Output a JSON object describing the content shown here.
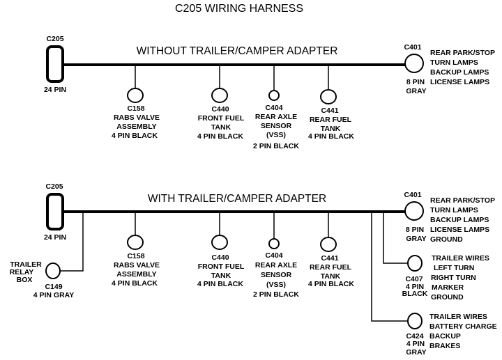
{
  "title": "C205 WIRING HARNESS",
  "top": {
    "heading": "WITHOUT  TRAILER/CAMPER  ADAPTER",
    "c205_label": "C205",
    "c205_pins": "24 PIN",
    "c401": {
      "id": "C401",
      "pins": "8 PIN",
      "color": "GRAY"
    },
    "c401_desc": [
      "REAR PARK/STOP",
      "TURN LAMPS",
      "BACKUP LAMPS",
      "LICENSE LAMPS"
    ],
    "c158": [
      "C158",
      "RABS VALVE",
      "ASSEMBLY",
      "4 PIN BLACK"
    ],
    "c440": [
      "C440",
      "FRONT FUEL",
      "TANK",
      "4 PIN BLACK"
    ],
    "c404": [
      "C404",
      "REAR AXLE",
      "SENSOR",
      "(VSS)",
      "2 PIN BLACK"
    ],
    "c441": [
      "C441",
      "REAR FUEL",
      "TANK",
      "4 PIN BLACK"
    ]
  },
  "bottom": {
    "heading": "WITH TRAILER/CAMPER  ADAPTER",
    "c205_label": "C205",
    "c205_pins": "24 PIN",
    "c401": {
      "id": "C401",
      "pins": "8 PIN",
      "color": "GRAY"
    },
    "c401_desc": [
      "REAR PARK/STOP",
      "TURN LAMPS",
      "BACKUP LAMPS",
      "LICENSE LAMPS",
      "GROUND"
    ],
    "c158": [
      "C158",
      "RABS VALVE",
      "ASSEMBLY",
      "4 PIN BLACK"
    ],
    "c440": [
      "C440",
      "FRONT FUEL",
      "TANK",
      "4 PIN BLACK"
    ],
    "c404": [
      "C404",
      "REAR AXLE",
      "SENSOR",
      "(VSS)",
      "2 PIN BLACK"
    ],
    "c441": [
      "C441",
      "REAR FUEL",
      "TANK",
      "4 PIN BLACK"
    ],
    "trailer_relay": [
      "TRAILER",
      "RELAY",
      "BOX"
    ],
    "c149": [
      "C149",
      "4 PIN GRAY"
    ],
    "c407": {
      "id": "C407",
      "pins": "4 PIN",
      "color": "BLACK"
    },
    "c407_desc": [
      "TRAILER WIRES",
      "LEFT TURN",
      "RIGHT TURN",
      "MARKER",
      "GROUND"
    ],
    "c424": {
      "id": "C424",
      "pins": "4 PIN",
      "color": "GRAY"
    },
    "c424_desc": [
      "TRAILER  WIRES",
      "BATTERY CHARGE",
      "BACKUP",
      "BRAKES"
    ]
  }
}
